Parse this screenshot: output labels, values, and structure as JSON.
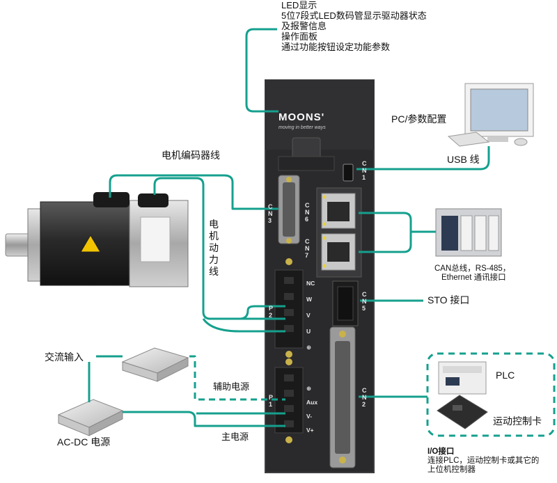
{
  "led_callout": {
    "line1": "LED显示",
    "line2": "5位7段式LED数码管显示驱动器状态",
    "line3": "及报警信息",
    "line4": "操作面板",
    "line5": "通过功能按钮设定功能参数"
  },
  "brand": {
    "logo": "MOONS'",
    "tagline": "moving in better ways"
  },
  "pc": {
    "label": "PC/参数配置",
    "usb_label": "USB 线"
  },
  "motor": {
    "encoder_label": "电机编码器线",
    "power_label_chars": [
      "电",
      "机",
      "动",
      "力",
      "线"
    ]
  },
  "network": {
    "label_line1": "CAN总线，RS-485，",
    "label_line2": "Ethernet 通讯接口"
  },
  "sto": {
    "label": "STO 接口"
  },
  "power": {
    "ac_input_label": "交流输入",
    "acdc_label": "AC-DC 电源",
    "aux_label": "辅助电源",
    "main_label": "主电源"
  },
  "io": {
    "plc_label": "PLC",
    "motion_label": "运动控制卡",
    "title": "I/O接口",
    "desc_line1": "连接PLC，运动控制卡或其它的",
    "desc_line2": "上位机控制器"
  },
  "driver_markings": {
    "cn1": [
      "C",
      "N",
      "1"
    ],
    "cn2": [
      "C",
      "N",
      "2"
    ],
    "cn3": [
      "C",
      "N",
      "3"
    ],
    "cn5": [
      "C",
      "N",
      "5"
    ],
    "cn6": [
      "C",
      "N",
      "6"
    ],
    "cn7": [
      "C",
      "N",
      "7"
    ],
    "p2": [
      "P",
      "2"
    ],
    "p1": [
      "P",
      "1"
    ],
    "p2_terms": [
      "NC",
      "W",
      "V",
      "U",
      "⊕"
    ],
    "p1_terms": [
      "⊕",
      "Aux",
      "V-",
      "V+"
    ]
  },
  "colors": {
    "teal": "#15a08e",
    "driver": "#2a2a2c",
    "driver_edge": "#3e3e40"
  }
}
